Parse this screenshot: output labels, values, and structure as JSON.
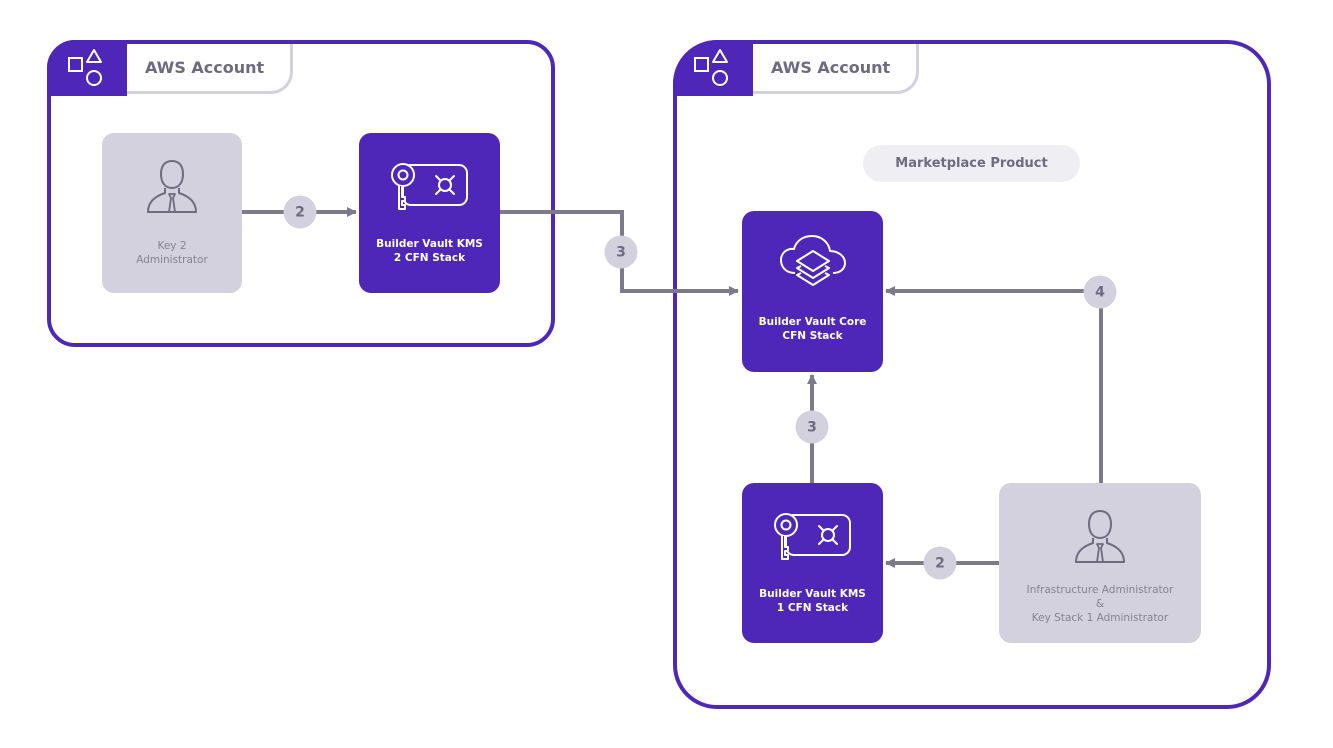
{
  "accounts": [
    {
      "id": "left",
      "title": "AWS Account",
      "icon": "shapes-icon"
    },
    {
      "id": "right",
      "title": "AWS Account",
      "icon": "shapes-icon"
    }
  ],
  "marketplace_label": "Marketplace Product",
  "nodes": {
    "key2_admin": {
      "label": "Key 2\nAdministrator",
      "icon": "user-icon"
    },
    "kms2": {
      "label": "Builder Vault KMS\n2 CFN Stack",
      "icon": "key-vault-icon"
    },
    "core": {
      "label": "Builder Vault Core\nCFN Stack",
      "icon": "cloud-layers-icon"
    },
    "kms1": {
      "label": "Builder Vault KMS\n1 CFN Stack",
      "icon": "key-vault-icon"
    },
    "infra_admin": {
      "label": "Infrastructure Administrator\n&\nKey Stack 1 Administrator",
      "icon": "user-icon"
    }
  },
  "edges": [
    {
      "from": "key2_admin",
      "to": "kms2",
      "step": "2"
    },
    {
      "from": "kms2",
      "to": "core",
      "step": "3"
    },
    {
      "from": "infra_admin",
      "to": "core",
      "step": "4"
    },
    {
      "from": "kms1",
      "to": "core",
      "step": "3"
    },
    {
      "from": "infra_admin",
      "to": "kms1",
      "step": "2"
    }
  ],
  "colors": {
    "brand_purple": "#4f27b8",
    "neutral_gray": "#d3d1de",
    "connector": "#7d7a8c",
    "text_gray": "#6e6a80"
  }
}
